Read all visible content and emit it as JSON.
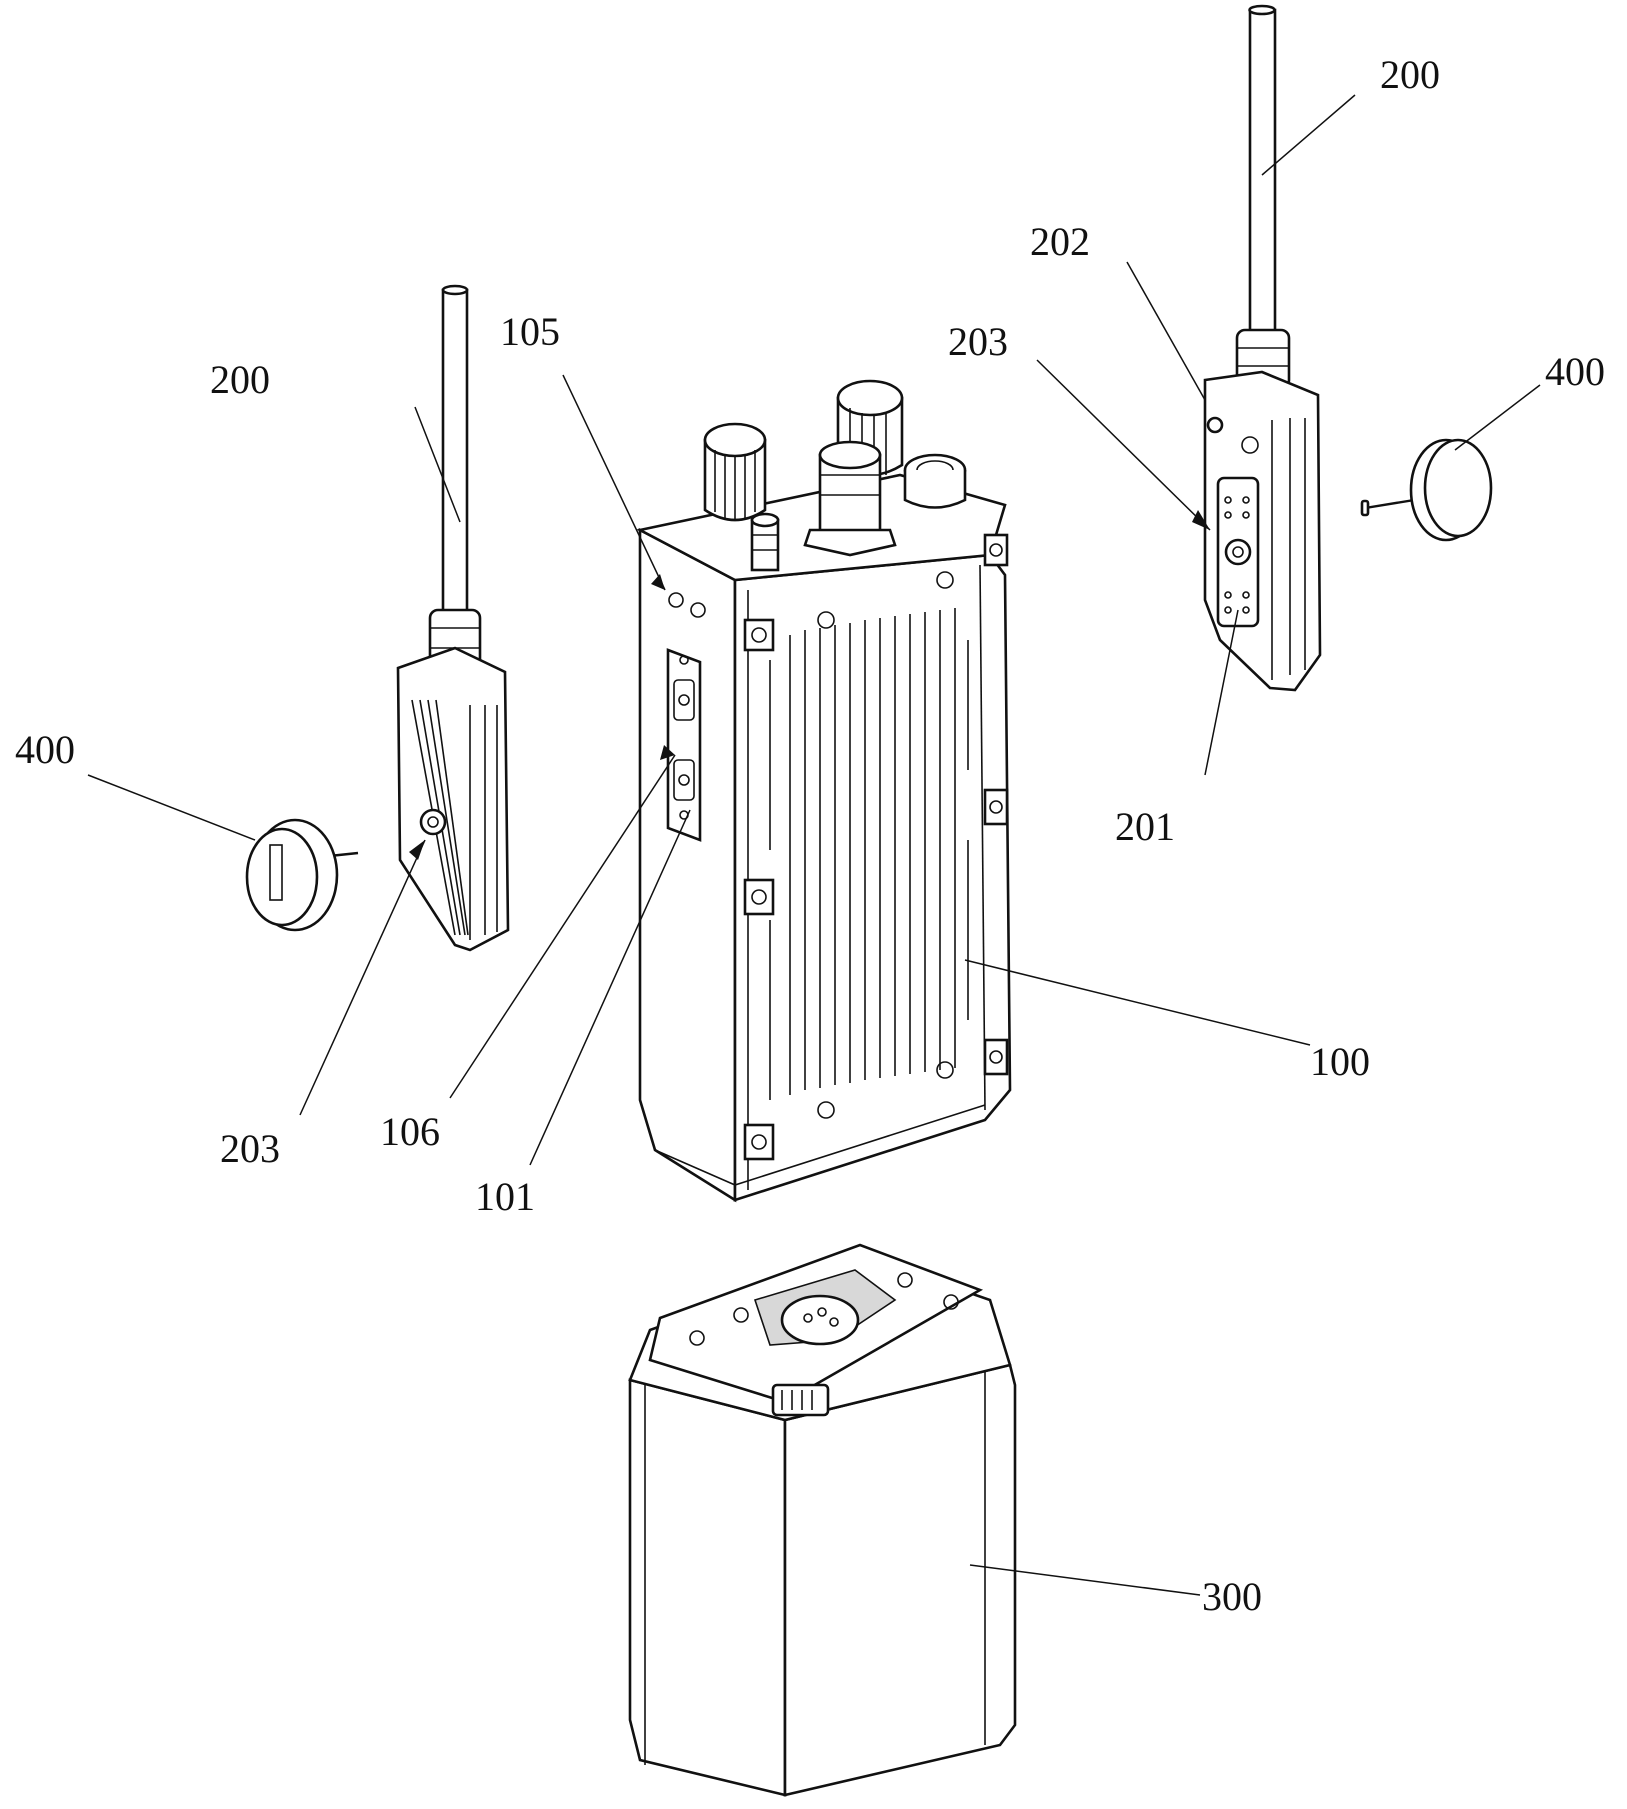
{
  "figure": {
    "type": "patent exploded-view drawing",
    "subject": "handheld radio with detachable antenna modules, knob caps and battery pack"
  },
  "labels": {
    "antenna_module_right": "200",
    "antenna_module_left": "200",
    "top_pin_right": "202",
    "connector_right": "203",
    "knob_cap_right": "400",
    "contact_right": "201",
    "knob_cap_left": "400",
    "connector_left": "203",
    "side_hole": "105",
    "side_port": "106",
    "side_panel": "101",
    "main_body": "100",
    "battery_pack": "300"
  }
}
